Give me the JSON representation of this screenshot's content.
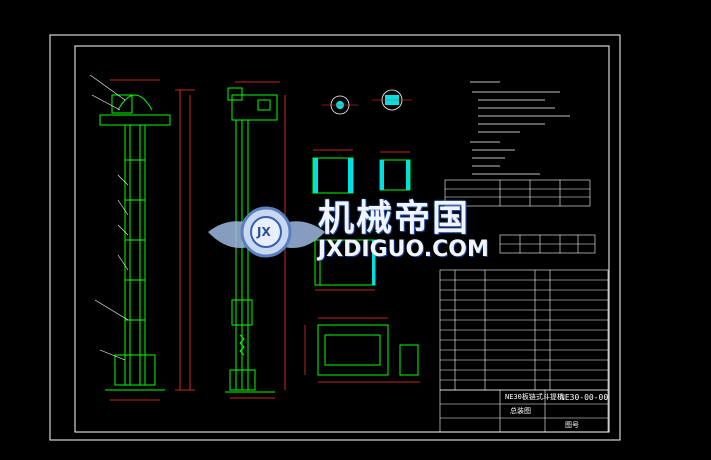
{
  "watermark": {
    "brand_cn": "机械帝国",
    "brand_en": "JXDIGUO.COM",
    "emblem": "JX"
  },
  "title_block": {
    "drawing_no": "NE30-00-00",
    "name": "NE30板链式斗提机",
    "subtitle": "总装图",
    "company": "图号"
  },
  "colors": {
    "background": "#000000",
    "frame": "#ffffff",
    "machine": "#00ff00",
    "dimension": "#ff3333",
    "hatch": "#00e0e0",
    "note": "#ffffff"
  }
}
